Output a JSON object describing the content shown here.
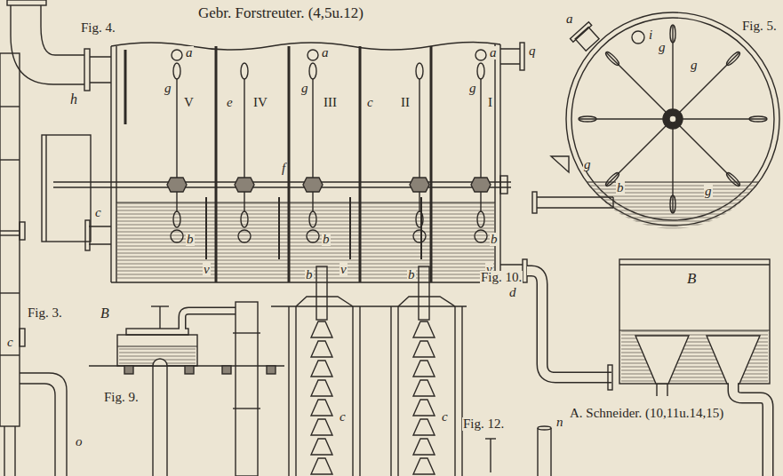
{
  "diagram": {
    "labels": [
      "Gebr. Forstreuter. (4,5u.12)",
      "Fig. 4.",
      "h",
      "a",
      "a",
      "a",
      "q",
      "a",
      "i",
      "Fig. 5.",
      "g",
      "V",
      "e",
      "IV",
      "g",
      "III",
      "c",
      "II",
      "g",
      "I",
      "g",
      "g",
      "f",
      "g",
      "g",
      "c",
      "b",
      "b",
      "b",
      "b",
      "v",
      "v",
      "v",
      "d",
      "B",
      "Fig. 3.",
      "c",
      "B",
      "Fig. 10.",
      "b",
      "b",
      "Fig. 9.",
      "c",
      "c",
      "A. Schneider. (10,11u.14,15)",
      "Fig. 12.",
      "n",
      "o"
    ]
  }
}
